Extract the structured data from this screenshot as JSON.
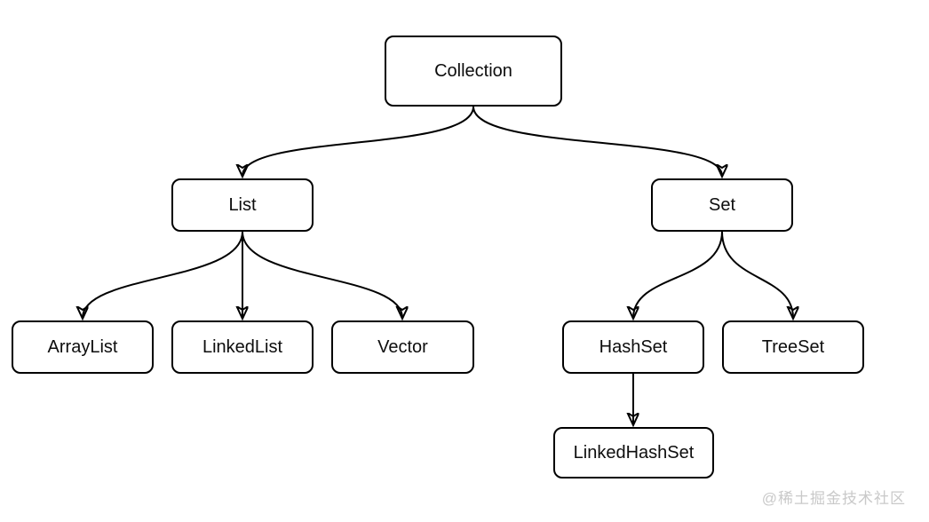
{
  "diagram": {
    "nodes": {
      "collection": {
        "label": "Collection"
      },
      "list": {
        "label": "List"
      },
      "set": {
        "label": "Set"
      },
      "arraylist": {
        "label": "ArrayList"
      },
      "linkedlist": {
        "label": "LinkedList"
      },
      "vector": {
        "label": "Vector"
      },
      "hashset": {
        "label": "HashSet"
      },
      "treeset": {
        "label": "TreeSet"
      },
      "linkedhashset": {
        "label": "LinkedHashSet"
      }
    },
    "edges": [
      {
        "from": "Collection",
        "to": "List"
      },
      {
        "from": "Collection",
        "to": "Set"
      },
      {
        "from": "List",
        "to": "ArrayList"
      },
      {
        "from": "List",
        "to": "LinkedList"
      },
      {
        "from": "List",
        "to": "Vector"
      },
      {
        "from": "Set",
        "to": "HashSet"
      },
      {
        "from": "Set",
        "to": "TreeSet"
      },
      {
        "from": "HashSet",
        "to": "LinkedHashSet"
      }
    ]
  },
  "watermark": {
    "text": "@稀土掘金技术社区"
  },
  "colors": {
    "background": "#ffffff",
    "node_border": "#000000",
    "node_fill": "#ffffff",
    "edge": "#000000",
    "text": "#0d0d0d",
    "watermark": "#c9c9c9"
  }
}
